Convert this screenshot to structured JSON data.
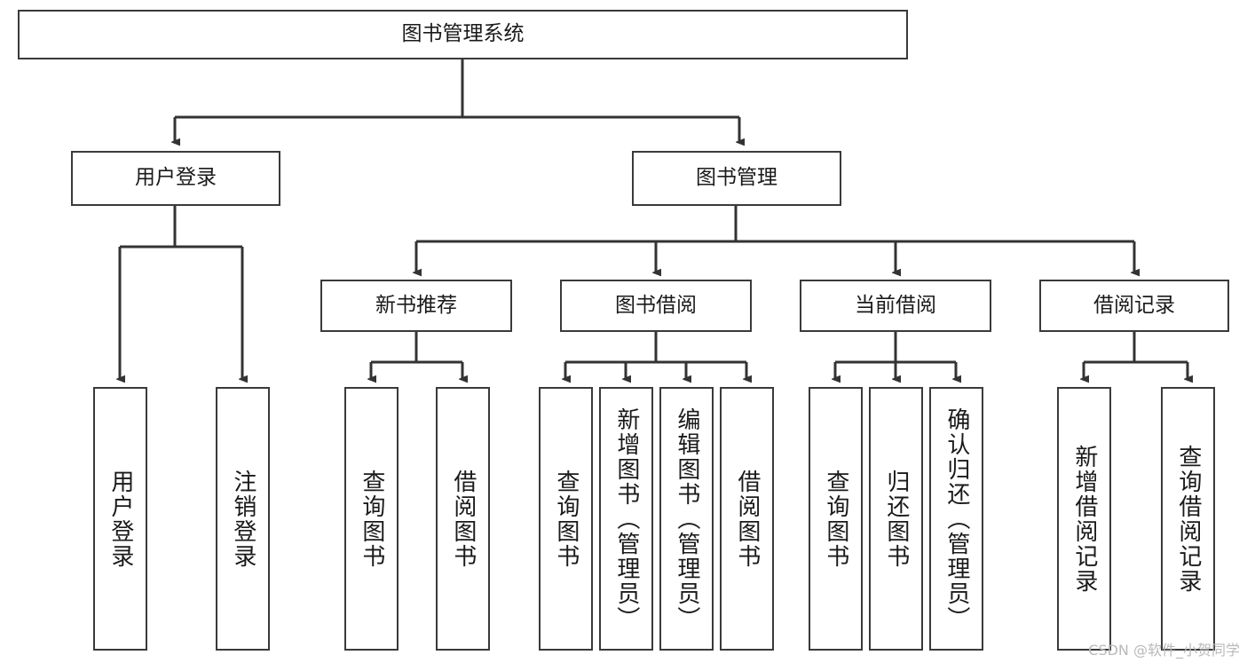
{
  "diagram": {
    "title": "图书管理系统",
    "type": "tree-hierarchy-diagram",
    "colors": {
      "box_border": "#3a3a3a",
      "box_fill": "#ffffff",
      "edge": "#333333",
      "text": "#1a1a1a",
      "watermark": "#b9b9b9",
      "background": "#ffffff"
    },
    "watermark": "CSDN @软件_小贺同学",
    "nodes": {
      "root": {
        "label": "图书管理系统"
      },
      "level2": [
        {
          "id": "user-login",
          "label": "用户登录"
        },
        {
          "id": "book-manage",
          "label": "图书管理"
        }
      ],
      "level3": [
        {
          "id": "new-book-recommend",
          "label": "新书推荐"
        },
        {
          "id": "book-borrow",
          "label": "图书借阅"
        },
        {
          "id": "current-borrow",
          "label": "当前借阅"
        },
        {
          "id": "borrow-record",
          "label": "借阅记录"
        }
      ],
      "leaves": [
        {
          "id": "leaf-user-login",
          "label": "用户登录",
          "parent": "user-login"
        },
        {
          "id": "leaf-logout-login",
          "label": "注销登录",
          "parent": "user-login"
        },
        {
          "id": "leaf-query-book-1",
          "label": "查询图书",
          "parent": "new-book-recommend"
        },
        {
          "id": "leaf-borrow-book-1",
          "label": "借阅图书",
          "parent": "new-book-recommend"
        },
        {
          "id": "leaf-query-book-2",
          "label": "查询图书",
          "parent": "book-borrow"
        },
        {
          "id": "leaf-add-book",
          "label": "新增图书（管理员）",
          "parent": "book-borrow"
        },
        {
          "id": "leaf-edit-book",
          "label": "编辑图书（管理员）",
          "parent": "book-borrow"
        },
        {
          "id": "leaf-borrow-book-2",
          "label": "借阅图书",
          "parent": "book-borrow"
        },
        {
          "id": "leaf-query-book-3",
          "label": "查询图书",
          "parent": "current-borrow"
        },
        {
          "id": "leaf-return-book",
          "label": "归还图书",
          "parent": "current-borrow"
        },
        {
          "id": "leaf-confirm-return",
          "label": "确认归还（管理员）",
          "parent": "current-borrow"
        },
        {
          "id": "leaf-add-record",
          "label": "新增借阅记录",
          "parent": "borrow-record"
        },
        {
          "id": "leaf-query-record",
          "label": "查询借阅记录",
          "parent": "borrow-record"
        }
      ]
    }
  }
}
